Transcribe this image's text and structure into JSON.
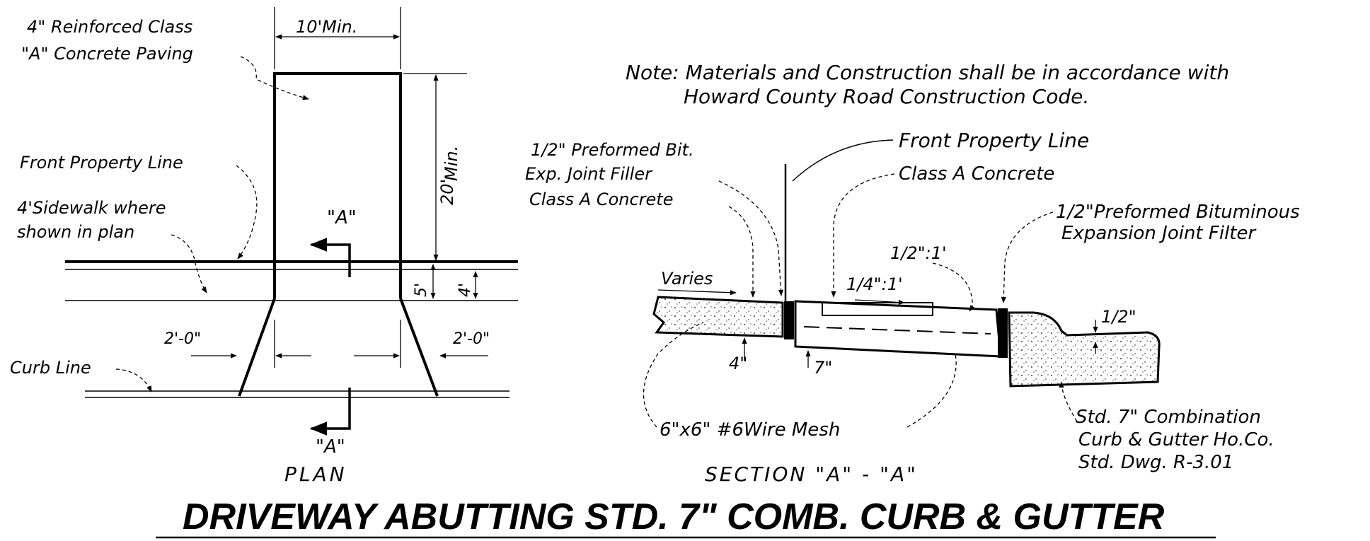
{
  "plan": {
    "caption": "PLAN",
    "labels": {
      "paving_line1": "4\" Reinforced Class",
      "paving_line2": "\"A\" Concrete Paving",
      "width_dim": "10'Min.",
      "front_property_line": "Front Property Line",
      "sidewalk_line1": "4'Sidewalk where",
      "sidewalk_line2": "shown in plan",
      "length_dim": "20'",
      "length_dim_min": "Min.",
      "dim_5": "5'",
      "dim_4": "4'",
      "flare_left": "2'-0\"",
      "flare_right": "2'-0\"",
      "curb_line": "Curb Line",
      "section_mark_top": "\"A\"",
      "section_mark_bottom": "\"A\""
    }
  },
  "section": {
    "caption": "SECTION \"A\" - \"A\"",
    "labels": {
      "note_line1": "Note: Materials and Construction shall be in accordance with",
      "note_line2": "Howard County Road Construction Code.",
      "front_property_line": "Front Property Line",
      "joint_line1": "1/2\" Preformed Bit.",
      "joint_line2": "Exp. Joint Filler",
      "class_a_left": "Class A Concrete",
      "class_a_right": "Class A Concrete",
      "bit_joint_line1": "1/2\"Preformed Bituminous",
      "bit_joint_line2": "Expansion Joint Filter",
      "varies": "Varies",
      "slope_half": "1/2\":1'",
      "slope_quarter": "1/4\":1'",
      "thick_4": "4\"",
      "thick_7": "7\"",
      "half_inch": "1/2\"",
      "wire_mesh": "6\"x6\" #6Wire Mesh",
      "curb_line1": "Std. 7\" Combination",
      "curb_line2": "Curb & Gutter Ho.Co.",
      "curb_line3": "Std. Dwg. R-3.01"
    }
  },
  "title": "DRIVEWAY ABUTTING STD. 7\" COMB. CURB & GUTTER"
}
